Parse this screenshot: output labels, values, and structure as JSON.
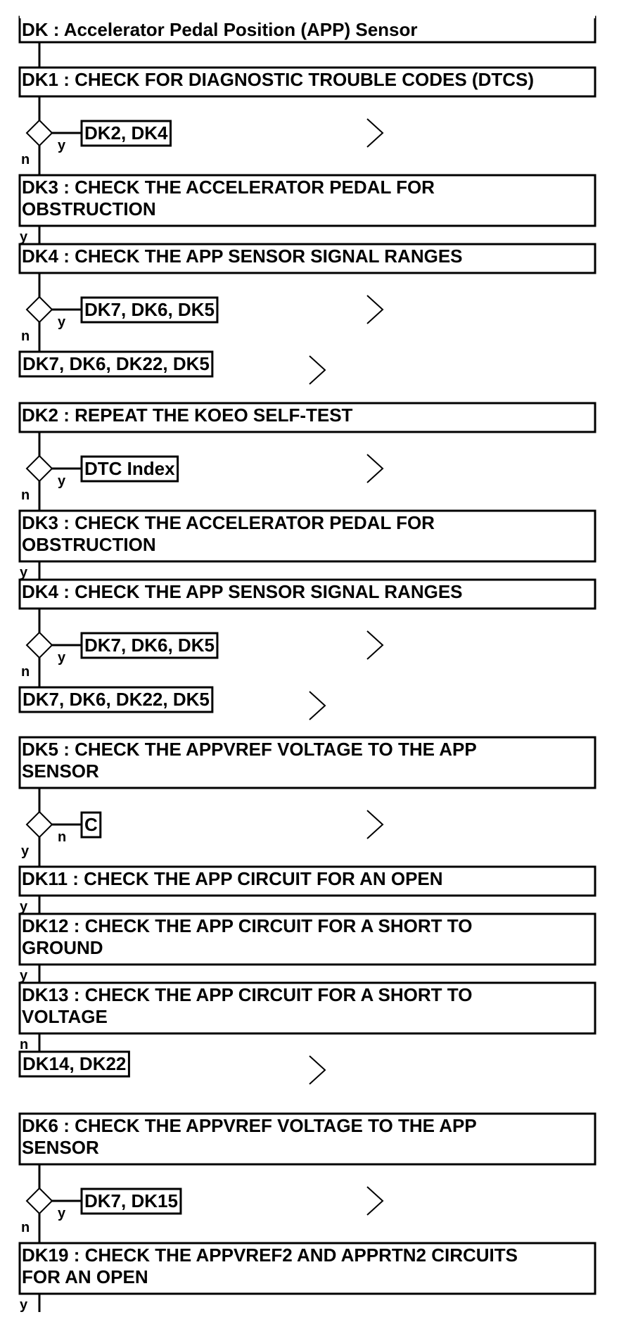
{
  "header": {
    "title": "DK : Accelerator Pedal Position (APP) Sensor"
  },
  "yes_label": "y",
  "no_label": "n",
  "sections": [
    {
      "steps": [
        {
          "lines": [
            "DK1 : CHECK FOR DIAGNOSTIC TROUBLE CODES (DTCS)"
          ]
        },
        {
          "decision": true,
          "ref": "DK2, DK4",
          "branch_label": "y",
          "down_label": "n"
        },
        {
          "lines": [
            "DK3 : CHECK THE ACCELERATOR PEDAL FOR",
            "OBSTRUCTION"
          ],
          "down_label": "y"
        },
        {
          "lines": [
            "DK4 : CHECK THE APP SENSOR SIGNAL RANGES"
          ]
        },
        {
          "decision": true,
          "ref": "DK7, DK6, DK5",
          "branch_label": "y",
          "down_label": "n"
        },
        {
          "final_ref": "DK7, DK6, DK22, DK5"
        }
      ]
    },
    {
      "steps": [
        {
          "lines": [
            "DK2 : REPEAT THE KOEO SELF-TEST"
          ]
        },
        {
          "decision": true,
          "ref": "DTC Index",
          "branch_label": "y",
          "down_label": "n"
        },
        {
          "lines": [
            "DK3 : CHECK THE ACCELERATOR PEDAL FOR",
            "OBSTRUCTION"
          ],
          "down_label": "y"
        },
        {
          "lines": [
            "DK4 : CHECK THE APP SENSOR SIGNAL RANGES"
          ]
        },
        {
          "decision": true,
          "ref": "DK7, DK6, DK5",
          "branch_label": "y",
          "down_label": "n"
        },
        {
          "final_ref": "DK7, DK6, DK22, DK5"
        }
      ]
    },
    {
      "steps": [
        {
          "lines": [
            "DK5 : CHECK THE APPVREF VOLTAGE TO THE APP",
            "SENSOR"
          ]
        },
        {
          "decision": true,
          "ref": "C",
          "branch_label": "n",
          "down_label": "y"
        },
        {
          "lines": [
            "DK11 : CHECK THE APP CIRCUIT FOR AN OPEN"
          ],
          "down_label": "y"
        },
        {
          "lines": [
            "DK12 : CHECK THE APP CIRCUIT FOR A SHORT TO",
            "GROUND"
          ],
          "down_label": "y"
        },
        {
          "lines": [
            "DK13 : CHECK THE APP CIRCUIT FOR A SHORT TO",
            "VOLTAGE"
          ],
          "down_label": "n"
        },
        {
          "final_ref": "DK14, DK22"
        }
      ]
    },
    {
      "steps": [
        {
          "lines": [
            "DK6 : CHECK THE APPVREF VOLTAGE TO THE APP",
            "SENSOR"
          ]
        },
        {
          "decision": true,
          "ref": "DK7, DK15",
          "branch_label": "y",
          "down_label": "n"
        },
        {
          "lines": [
            "DK19 : CHECK THE APPVREF2 AND APPRTN2 CIRCUITS",
            "FOR AN OPEN"
          ],
          "down_label": "y"
        }
      ]
    }
  ]
}
